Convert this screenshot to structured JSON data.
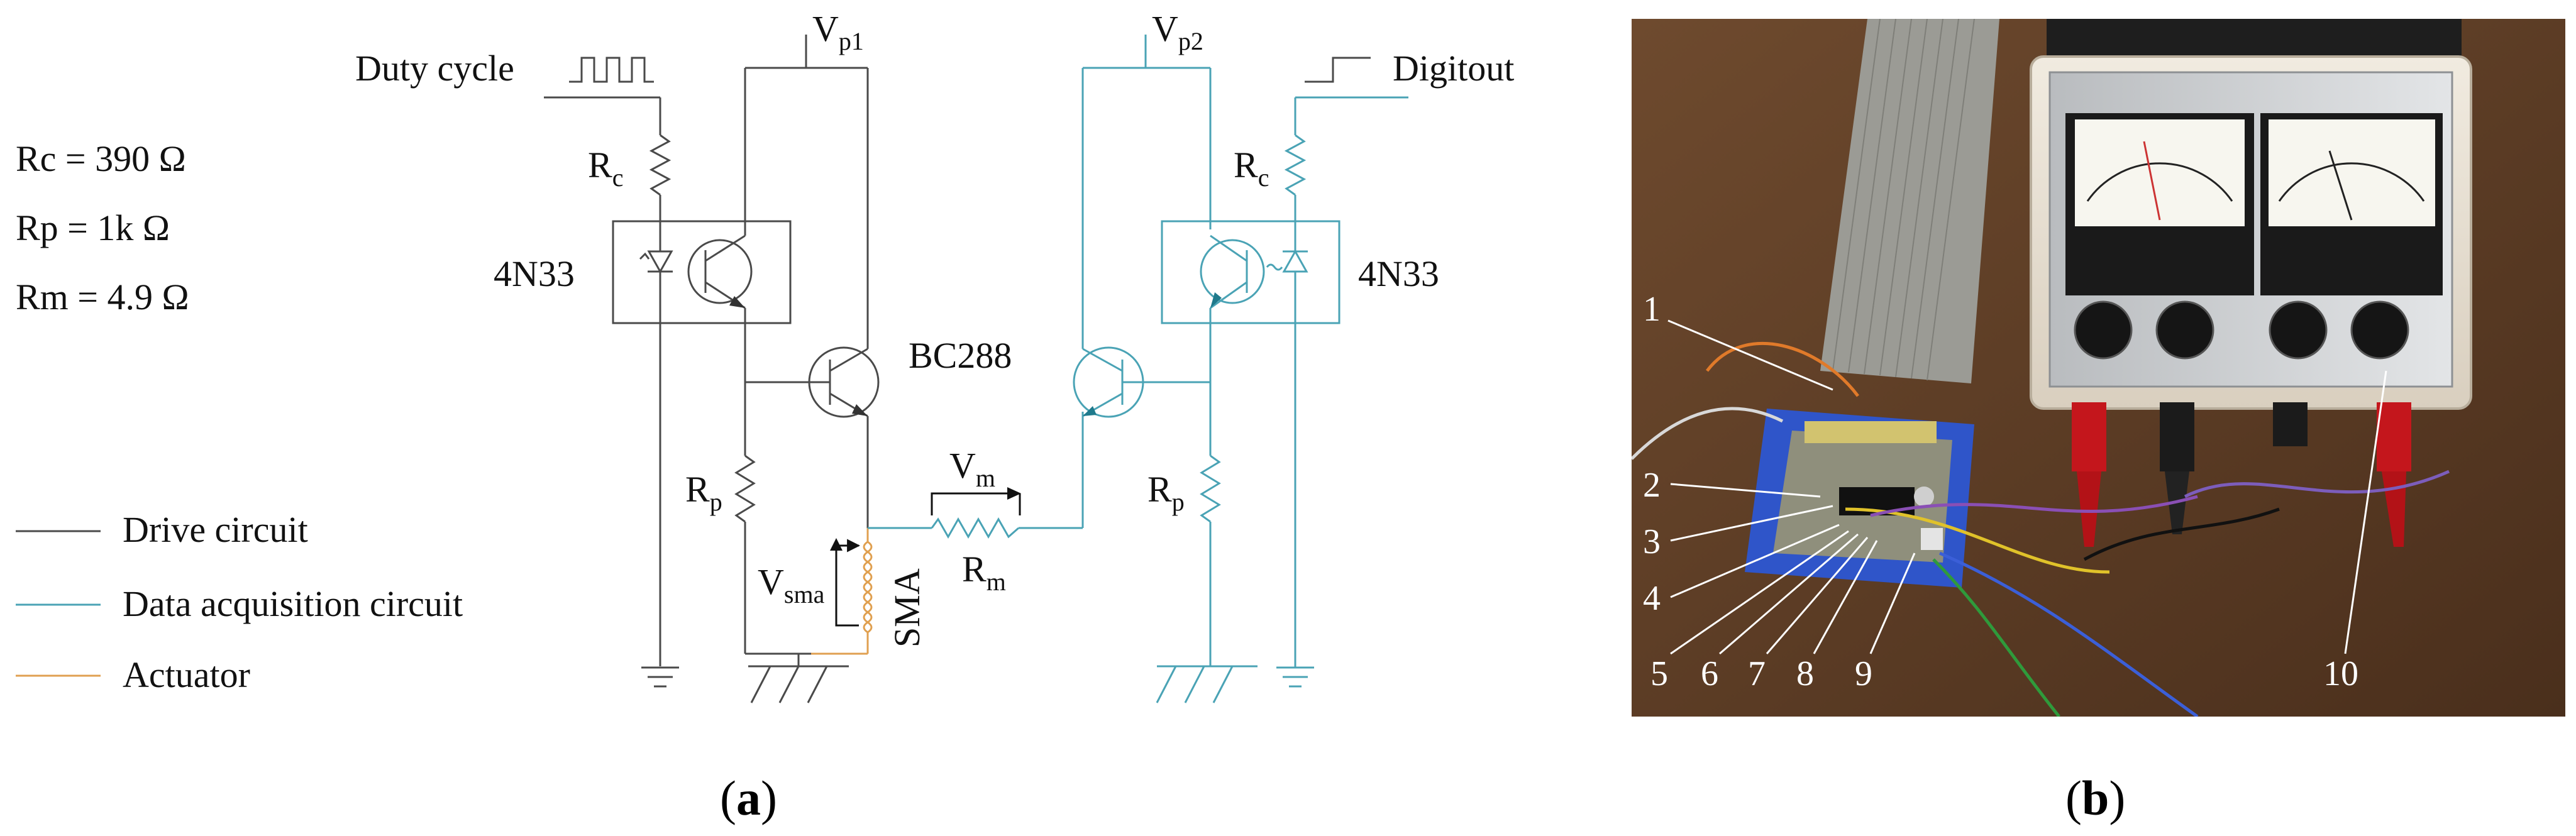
{
  "panel_a": {
    "caption_letter": "a",
    "params": {
      "rc": "Rc = 390 Ω",
      "rp": "Rp = 1k Ω",
      "rm": "Rm = 4.9 Ω"
    },
    "legend": {
      "drive": "Drive circuit",
      "acq": "Data acquisition circuit",
      "act": "Actuator"
    },
    "labels": {
      "vp1_main": "V",
      "vp1_sub": "p1",
      "vp2_main": "V",
      "vp2_sub": "p2",
      "duty": "Duty cycle",
      "digitout": "Digitout",
      "rc_main": "R",
      "rc_sub": "c",
      "rp_main": "R",
      "rp_sub": "p",
      "rm_main": "R",
      "rm_sub": "m",
      "vm_main": "V",
      "vm_sub": "m",
      "vsma_main": "V",
      "vsma_sub": "sma",
      "sma": "SMA",
      "opto_left": "4N33",
      "opto_right": "4N33",
      "transistor": "BC288"
    },
    "colors": {
      "drive": "#4a4a4a",
      "acq": "#4aa3b5",
      "act": "#e0a050",
      "black": "#111111"
    }
  },
  "panel_b": {
    "caption_letter": "b",
    "callouts": [
      "1",
      "2",
      "3",
      "4",
      "5",
      "6",
      "7",
      "8",
      "9",
      "10"
    ]
  }
}
